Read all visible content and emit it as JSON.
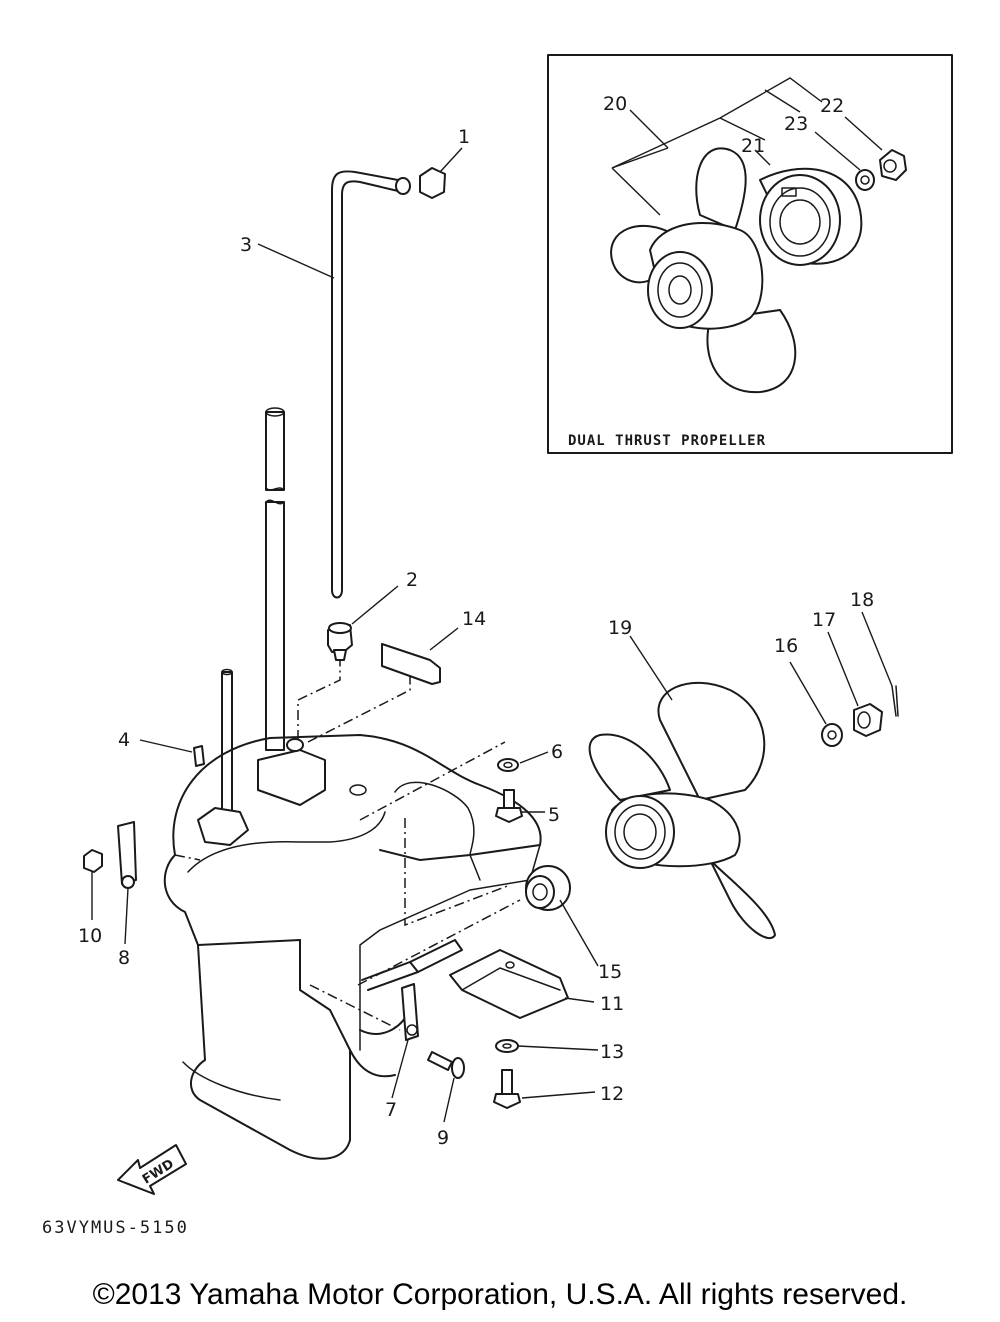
{
  "inset": {
    "caption": "DUAL THRUST PROPELLER"
  },
  "labels": {
    "p1": "1",
    "p2": "2",
    "p3": "3",
    "p4": "4",
    "p5": "5",
    "p6": "6",
    "p7": "7",
    "p8": "8",
    "p9": "9",
    "p10": "10",
    "p11": "11",
    "p12": "12",
    "p13": "13",
    "p14": "14",
    "p15": "15",
    "p16": "16",
    "p17": "17",
    "p18": "18",
    "p19": "19",
    "p20": "20",
    "p21": "21",
    "p22": "22",
    "p23": "23"
  },
  "fwd_label": "FWD",
  "drawing_code": "63VYMUS-5150",
  "copyright": "©2013 Yamaha Motor Corporation, U.S.A. All rights reserved."
}
